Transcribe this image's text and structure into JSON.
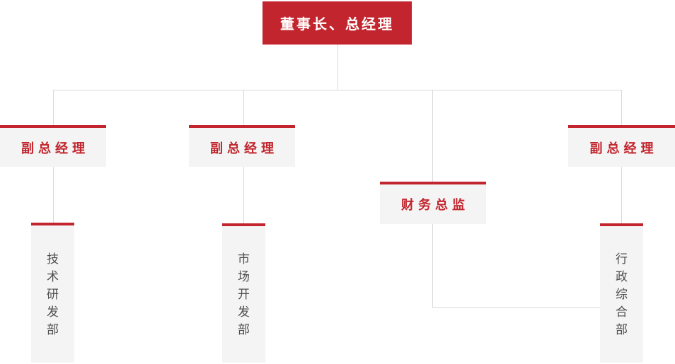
{
  "org_chart": {
    "title": "company-organization-chart",
    "root": {
      "label": "董事长、总经理"
    },
    "level2": [
      {
        "label": "副总经理"
      },
      {
        "label": "副总经理"
      },
      {
        "label": "财务总监"
      },
      {
        "label": "副总经理"
      }
    ],
    "level3": [
      {
        "label": "技术研发部"
      },
      {
        "label": "市场开发部"
      },
      {
        "label": "行政综合部"
      }
    ],
    "colors": {
      "primary_red": "#c2252d",
      "node_background": "#f4f4f4",
      "connector_line": "#d9d9d9",
      "department_text": "#4f4f4f"
    }
  }
}
